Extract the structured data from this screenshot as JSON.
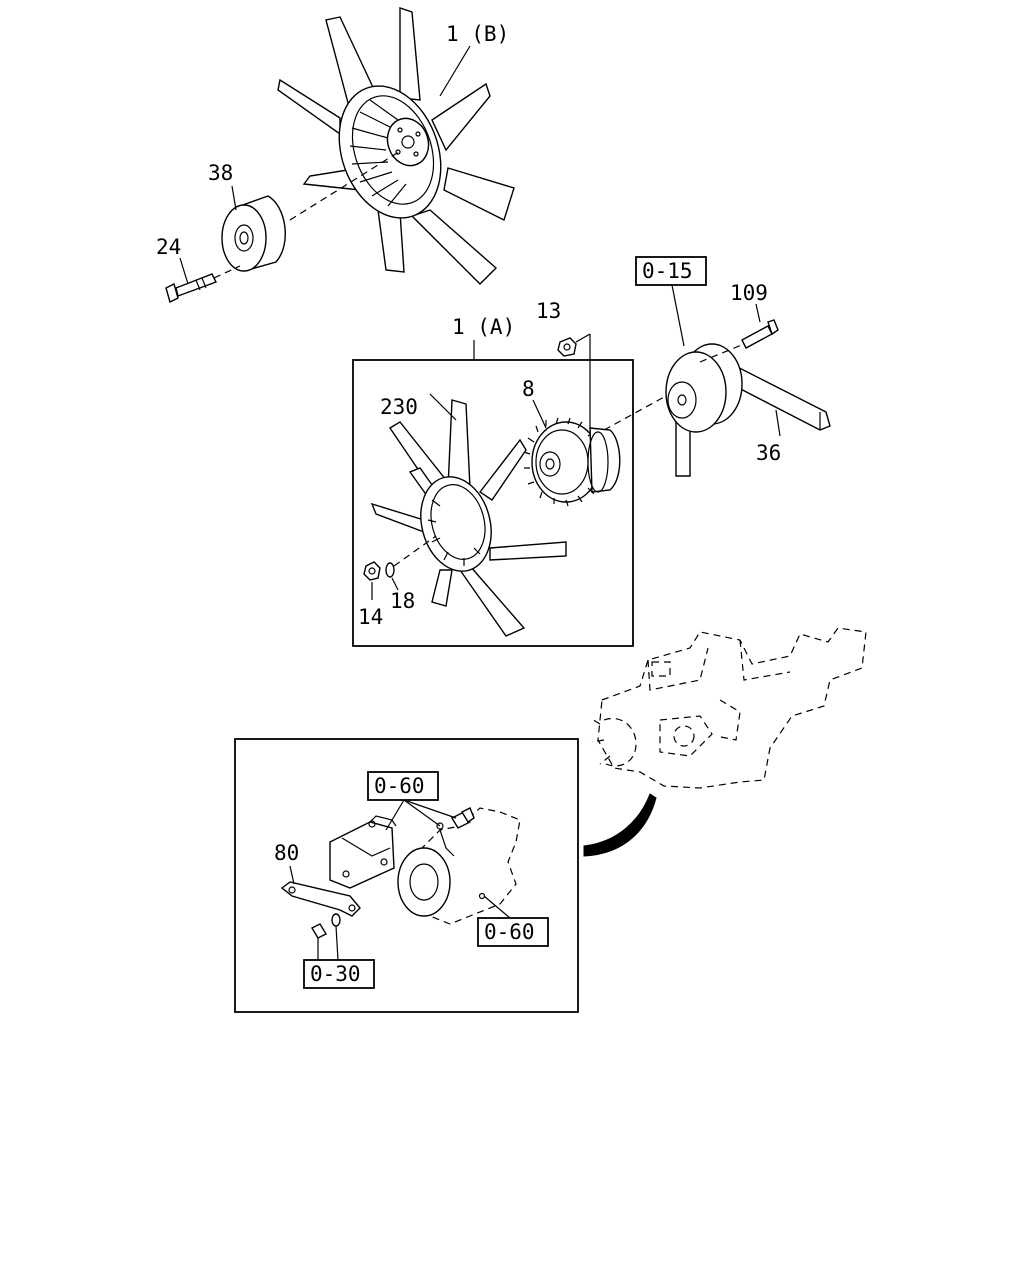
{
  "callouts": {
    "fan_b": "1 (B)",
    "fan_a": "1 (A)",
    "pulley_38": "38",
    "bolt_24": "24",
    "nut_13": "13",
    "clutch_8": "8",
    "fan_230": "230",
    "nut_14": "14",
    "washer_18": "18",
    "stud_109": "109",
    "belt_36": "36",
    "bracket_80": "80"
  },
  "references": {
    "ref_0_15": "0-15",
    "ref_0_60_top": "0-60",
    "ref_0_60_right": "0-60",
    "ref_0_30": "0-30"
  }
}
